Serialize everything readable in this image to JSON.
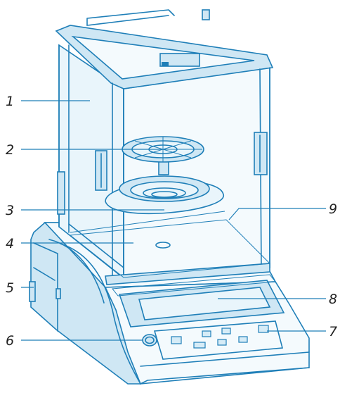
{
  "callouts": [
    {
      "label": "1"
    },
    {
      "label": "2"
    },
    {
      "label": "3"
    },
    {
      "label": "4"
    },
    {
      "label": "5"
    },
    {
      "label": "6"
    },
    {
      "label": "7"
    },
    {
      "label": "8"
    },
    {
      "label": "9"
    }
  ],
  "colors": {
    "line": "#1f7fb8",
    "glass": "#e9f5fb",
    "label": "#222222"
  }
}
